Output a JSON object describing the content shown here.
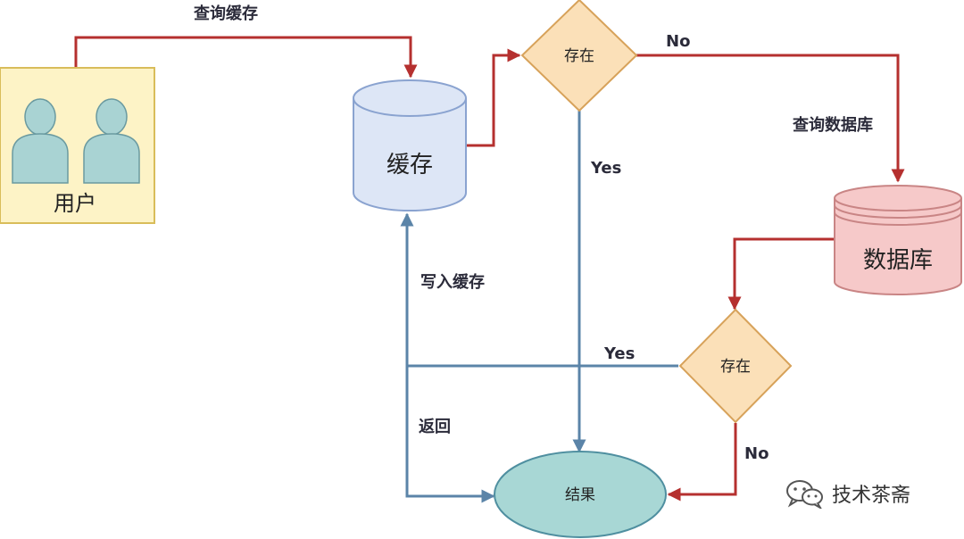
{
  "nodes": {
    "user": {
      "label": "用户"
    },
    "cache": {
      "label": "缓存"
    },
    "exists1": {
      "label": "存在"
    },
    "database": {
      "label": "数据库"
    },
    "exists2": {
      "label": "存在"
    },
    "result": {
      "label": "结果"
    }
  },
  "edges": {
    "query_cache": "查询缓存",
    "no1": "No",
    "yes1": "Yes",
    "query_db": "查询数据库",
    "write_cache": "写入缓存",
    "yes2": "Yes",
    "return": "返回",
    "no2": "No"
  },
  "watermark": {
    "text": "技术茶斋",
    "icon": "wechat-icon"
  },
  "colors": {
    "red_arrow": "#b5302f",
    "blue_arrow": "#5b84a8",
    "user_fill": "#fdf3c6",
    "user_stroke": "#d9bd5a",
    "person_fill": "#a9d3d3",
    "cache_fill": "#dde6f6",
    "cache_stroke": "#8aa3d0",
    "db_fill": "#f6c9c9",
    "db_stroke": "#c98585",
    "diamond_fill": "#fbe0b8",
    "diamond_stroke": "#d7a25a",
    "result_fill": "#a8d7d5",
    "result_stroke": "#4f8fa0"
  }
}
